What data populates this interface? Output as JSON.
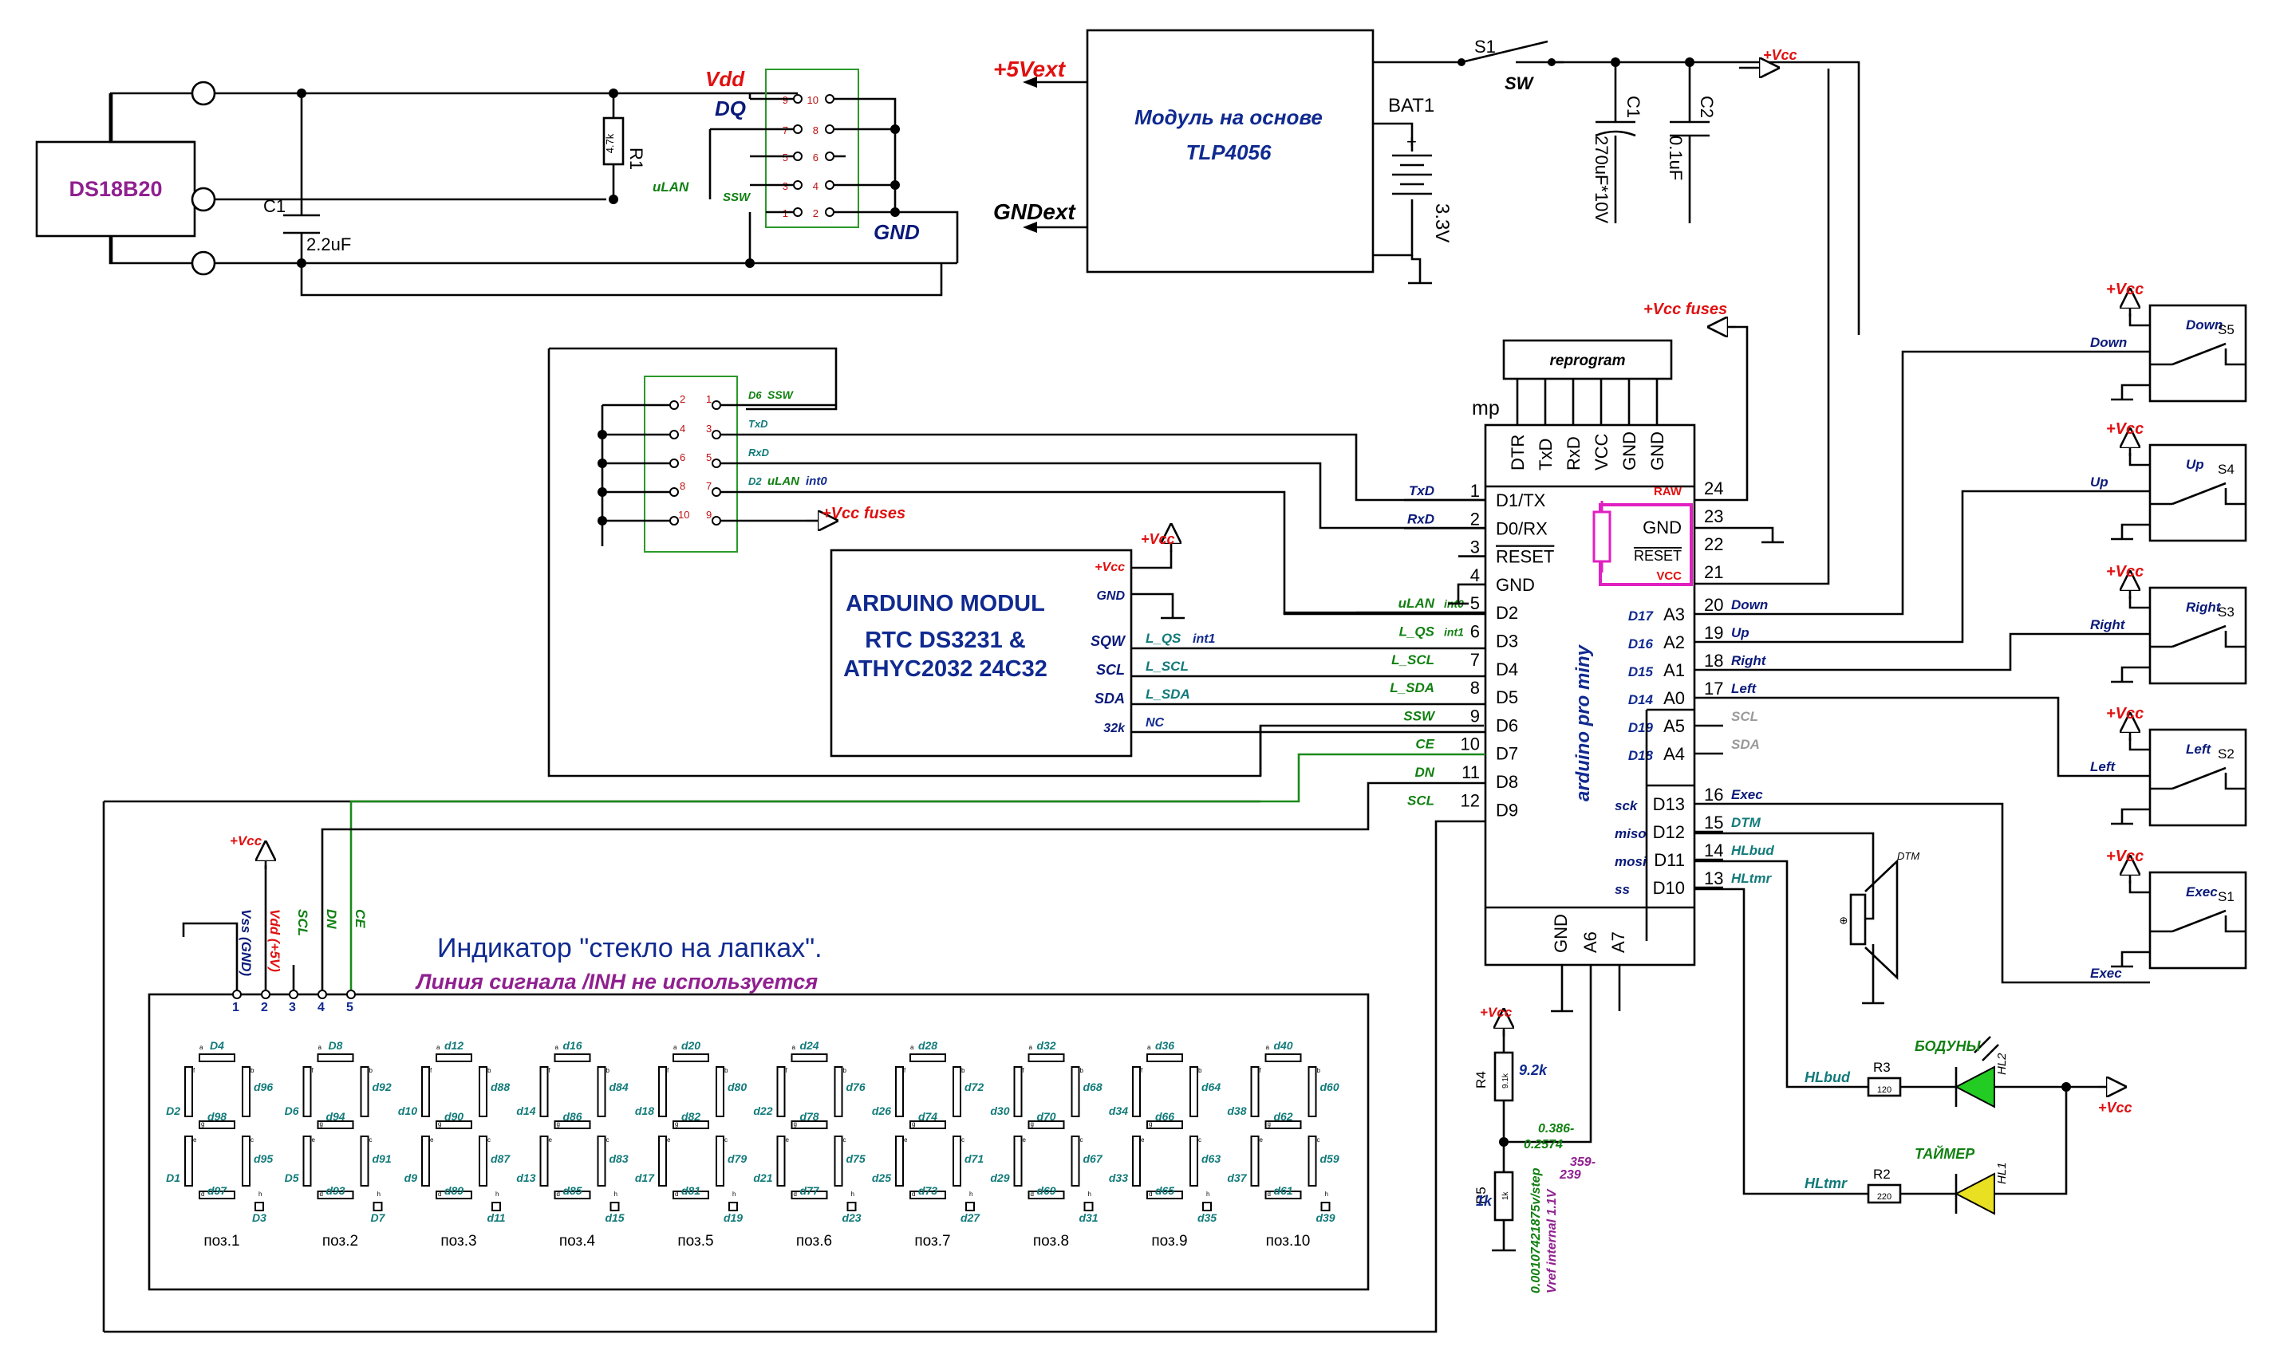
{
  "sensor": {
    "chip": "DS18B20",
    "c1_ref": "C1",
    "c1_val": "2.2uF",
    "r1_ref": "R1",
    "r1_val": "4.7k",
    "vdd": "Vdd",
    "dq": "DQ",
    "gnd": "GND",
    "ulan": "uLAN",
    "ssw": "SSW",
    "pins": [
      "9",
      "10",
      "7",
      "8",
      "5",
      "6",
      "3",
      "4",
      "1",
      "2"
    ]
  },
  "power": {
    "module_line1": "Модуль на основе",
    "module_line2": "TLP4056",
    "v5ext": "+5Vext",
    "gndext": "GNDext",
    "bat_ref": "BAT1",
    "bat_val": "3.3V",
    "sw_ref": "S1",
    "sw_name": "SW",
    "c1_ref": "C1",
    "c1_val": "270uF*10V",
    "c2_ref": "C2",
    "c2_val": "0.1uF",
    "vcc": "+Vcc"
  },
  "connector2": {
    "pins": [
      "2",
      "1",
      "4",
      "3",
      "6",
      "5",
      "8",
      "7",
      "10",
      "9"
    ],
    "d6": "D6",
    "ssw": "SSW",
    "txd": "TxD",
    "rxd": "RxD",
    "d2": "D2",
    "ulan": "uLAN",
    "int0": "int0",
    "vcc_fuses": "+Vcc fuses"
  },
  "rtc": {
    "line1": "ARDUINO MODUL",
    "line2": "RTC DS3231 &",
    "line3": "ATHYC2032 24C32",
    "pins": [
      "+Vcc",
      "GND",
      "SQW",
      "SCL",
      "SDA",
      "32k"
    ],
    "wires": [
      "L_QS",
      "int1",
      "L_SCL",
      "L_SDA",
      "NC"
    ],
    "vcc": "+Vcc"
  },
  "mcu": {
    "ref": "mp",
    "reprogram": "reprogram",
    "top_pins": [
      "DTR",
      "TxD",
      "RxD",
      "VCC",
      "GND",
      "GND"
    ],
    "name": "arduino pro miny",
    "left_pins": [
      {
        "num": "1",
        "name": "D1/TX",
        "wire": "TxD"
      },
      {
        "num": "2",
        "name": "D0/RX",
        "wire": "RxD"
      },
      {
        "num": "3",
        "name": "RESET",
        "wire": ""
      },
      {
        "num": "4",
        "name": "GND",
        "wire": ""
      },
      {
        "num": "5",
        "name": "D2",
        "wire": "uLAN",
        "extra": "int0"
      },
      {
        "num": "6",
        "name": "D3",
        "wire": "L_QS",
        "extra": "int1"
      },
      {
        "num": "7",
        "name": "D4",
        "wire": "L_SCL"
      },
      {
        "num": "8",
        "name": "D5",
        "wire": "L_SDA"
      },
      {
        "num": "9",
        "name": "D6",
        "wire": "SSW"
      },
      {
        "num": "10",
        "name": "D7",
        "wire": "CE"
      },
      {
        "num": "11",
        "name": "D8",
        "wire": "DN"
      },
      {
        "num": "12",
        "name": "D9",
        "wire": "SCL"
      }
    ],
    "right_top": [
      {
        "num": "24",
        "name": "RAW"
      },
      {
        "num": "23",
        "name": "GND"
      },
      {
        "num": "22",
        "name": "RESET"
      },
      {
        "num": "21",
        "name": "VCC"
      }
    ],
    "right_pins": [
      {
        "num": "20",
        "name": "A3",
        "alias": "D17",
        "wire": "Down"
      },
      {
        "num": "19",
        "name": "A2",
        "alias": "D16",
        "wire": "Up"
      },
      {
        "num": "18",
        "name": "A1",
        "alias": "D15",
        "wire": "Right"
      },
      {
        "num": "17",
        "name": "A0",
        "alias": "D14",
        "wire": "Left"
      },
      {
        "num": "",
        "name": "A5",
        "alias": "D19",
        "wire": "SCL"
      },
      {
        "num": "",
        "name": "A4",
        "alias": "D18",
        "wire": "SDA"
      },
      {
        "num": "16",
        "name": "D13",
        "alias": "sck",
        "wire": "Exec"
      },
      {
        "num": "15",
        "name": "D12",
        "alias": "miso",
        "wire": "DTM"
      },
      {
        "num": "14",
        "name": "D11",
        "alias": "mosi",
        "wire": "HLbud"
      },
      {
        "num": "13",
        "name": "D10",
        "alias": "ss",
        "wire": "HLtmr"
      }
    ],
    "bottom_pins": [
      "GND",
      "A6",
      "A7"
    ],
    "vcc_fuses": "+Vcc fuses"
  },
  "buttons": [
    {
      "ref": "S5",
      "label": "Down",
      "wire": "Down"
    },
    {
      "ref": "S4",
      "label": "Up",
      "wire": "Up"
    },
    {
      "ref": "S3",
      "label": "Right",
      "wire": "Right"
    },
    {
      "ref": "S2",
      "label": "Left",
      "wire": "Left"
    },
    {
      "ref": "S1",
      "label": "Exec",
      "wire": "Exec"
    }
  ],
  "buttons_vcc": "+Vcc",
  "speaker": {
    "label": "DTM"
  },
  "leds": [
    {
      "ref": "HL2",
      "name": "БОДУНЫ",
      "res_ref": "R3",
      "res_val": "120",
      "wire": "HLbud",
      "color": "#22cc22"
    },
    {
      "ref": "HL1",
      "name": "ТАЙМЕР",
      "res_ref": "R2",
      "res_val": "220",
      "wire": "HLtmr",
      "color": "#e8e020"
    }
  ],
  "leds_vcc": "+Vcc",
  "divider": {
    "vcc": "+Vcc",
    "r4_ref": "R4",
    "r4_val": "9.2k",
    "r4_body": "9.1k",
    "r5_ref": "R5",
    "r5_val": "1k",
    "r5_body": "1k",
    "range": "0.386-",
    "range2": "0.2574",
    "step": "0.00107421875v/step",
    "vref": "Vref internal 1.1V",
    "counts": "359-",
    "counts2": "239"
  },
  "display": {
    "title": "Индикатор \"стекло на лапках\".",
    "note": "Линия сигнала /INH не используется",
    "vcc": "+Vcc",
    "pin_labels": [
      "Vss (GND)",
      "Vdd (+5V)",
      "SCL",
      "DN",
      "CE"
    ],
    "pin_nums": [
      "1",
      "2",
      "3",
      "4",
      "5"
    ],
    "positions": [
      {
        "pos": "поз.1",
        "a": "D4",
        "f": "D2",
        "b": "d96",
        "g": "d98",
        "e": "D1",
        "c": "d95",
        "d": "d97",
        "dp": "D3"
      },
      {
        "pos": "поз.2",
        "a": "D8",
        "f": "D6",
        "b": "d92",
        "g": "d94",
        "e": "D5",
        "c": "d91",
        "d": "d93",
        "dp": "D7"
      },
      {
        "pos": "поз.3",
        "a": "d12",
        "f": "d10",
        "b": "d88",
        "g": "d90",
        "e": "d9",
        "c": "d87",
        "d": "d89",
        "dp": "d11"
      },
      {
        "pos": "поз.4",
        "a": "d16",
        "f": "d14",
        "b": "d84",
        "g": "d86",
        "e": "d13",
        "c": "d83",
        "d": "d85",
        "dp": "d15"
      },
      {
        "pos": "поз.5",
        "a": "d20",
        "f": "d18",
        "b": "d80",
        "g": "d82",
        "e": "d17",
        "c": "d79",
        "d": "d81",
        "dp": "d19"
      },
      {
        "pos": "поз.6",
        "a": "d24",
        "f": "d22",
        "b": "d76",
        "g": "d78",
        "e": "d21",
        "c": "d75",
        "d": "d77",
        "dp": "d23"
      },
      {
        "pos": "поз.7",
        "a": "d28",
        "f": "d26",
        "b": "d72",
        "g": "d74",
        "e": "d25",
        "c": "d71",
        "d": "d73",
        "dp": "d27"
      },
      {
        "pos": "поз.8",
        "a": "d32",
        "f": "d30",
        "b": "d68",
        "g": "d70",
        "e": "d29",
        "c": "d67",
        "d": "d69",
        "dp": "d31"
      },
      {
        "pos": "поз.9",
        "a": "d36",
        "f": "d34",
        "b": "d64",
        "g": "d66",
        "e": "d33",
        "c": "d63",
        "d": "d65",
        "dp": "d35"
      },
      {
        "pos": "поз.10",
        "a": "d40",
        "f": "d38",
        "b": "d60",
        "g": "d62",
        "e": "d37",
        "c": "d59",
        "d": "d61",
        "dp": "d39"
      }
    ],
    "seg_letters": [
      "a",
      "b",
      "c",
      "d",
      "e",
      "f",
      "g",
      "h"
    ]
  }
}
